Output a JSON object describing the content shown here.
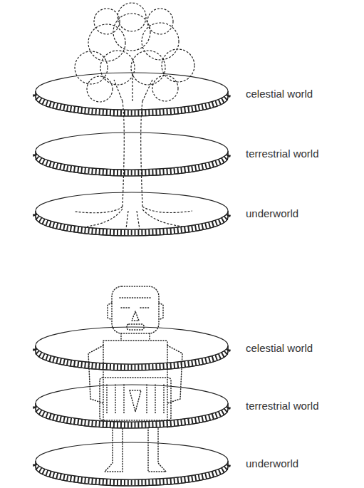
{
  "diagram": {
    "labels": [
      "celestial world",
      "terrestrial world",
      "underworld",
      "celestial world",
      "terrestrial world",
      "underworld"
    ]
  }
}
